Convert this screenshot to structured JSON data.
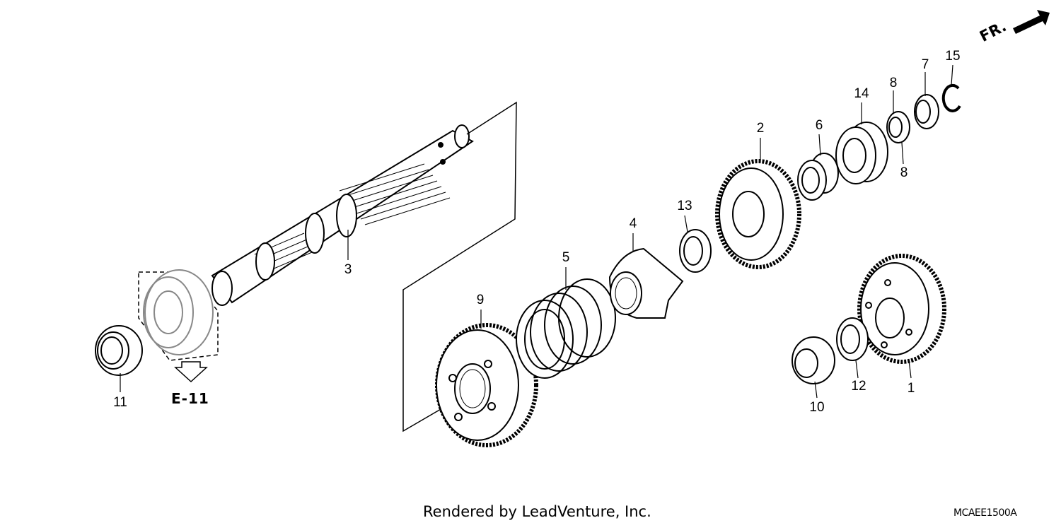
{
  "diagram": {
    "direction_marker": "FR.",
    "reference_label": "E-11",
    "credit": "Rendered by LeadVenture, Inc.",
    "diagram_code": "MCAEE1500A",
    "callouts": [
      "1",
      "2",
      "3",
      "4",
      "5",
      "6",
      "7",
      "8",
      "8",
      "9",
      "10",
      "11",
      "12",
      "13",
      "14",
      "15"
    ]
  }
}
